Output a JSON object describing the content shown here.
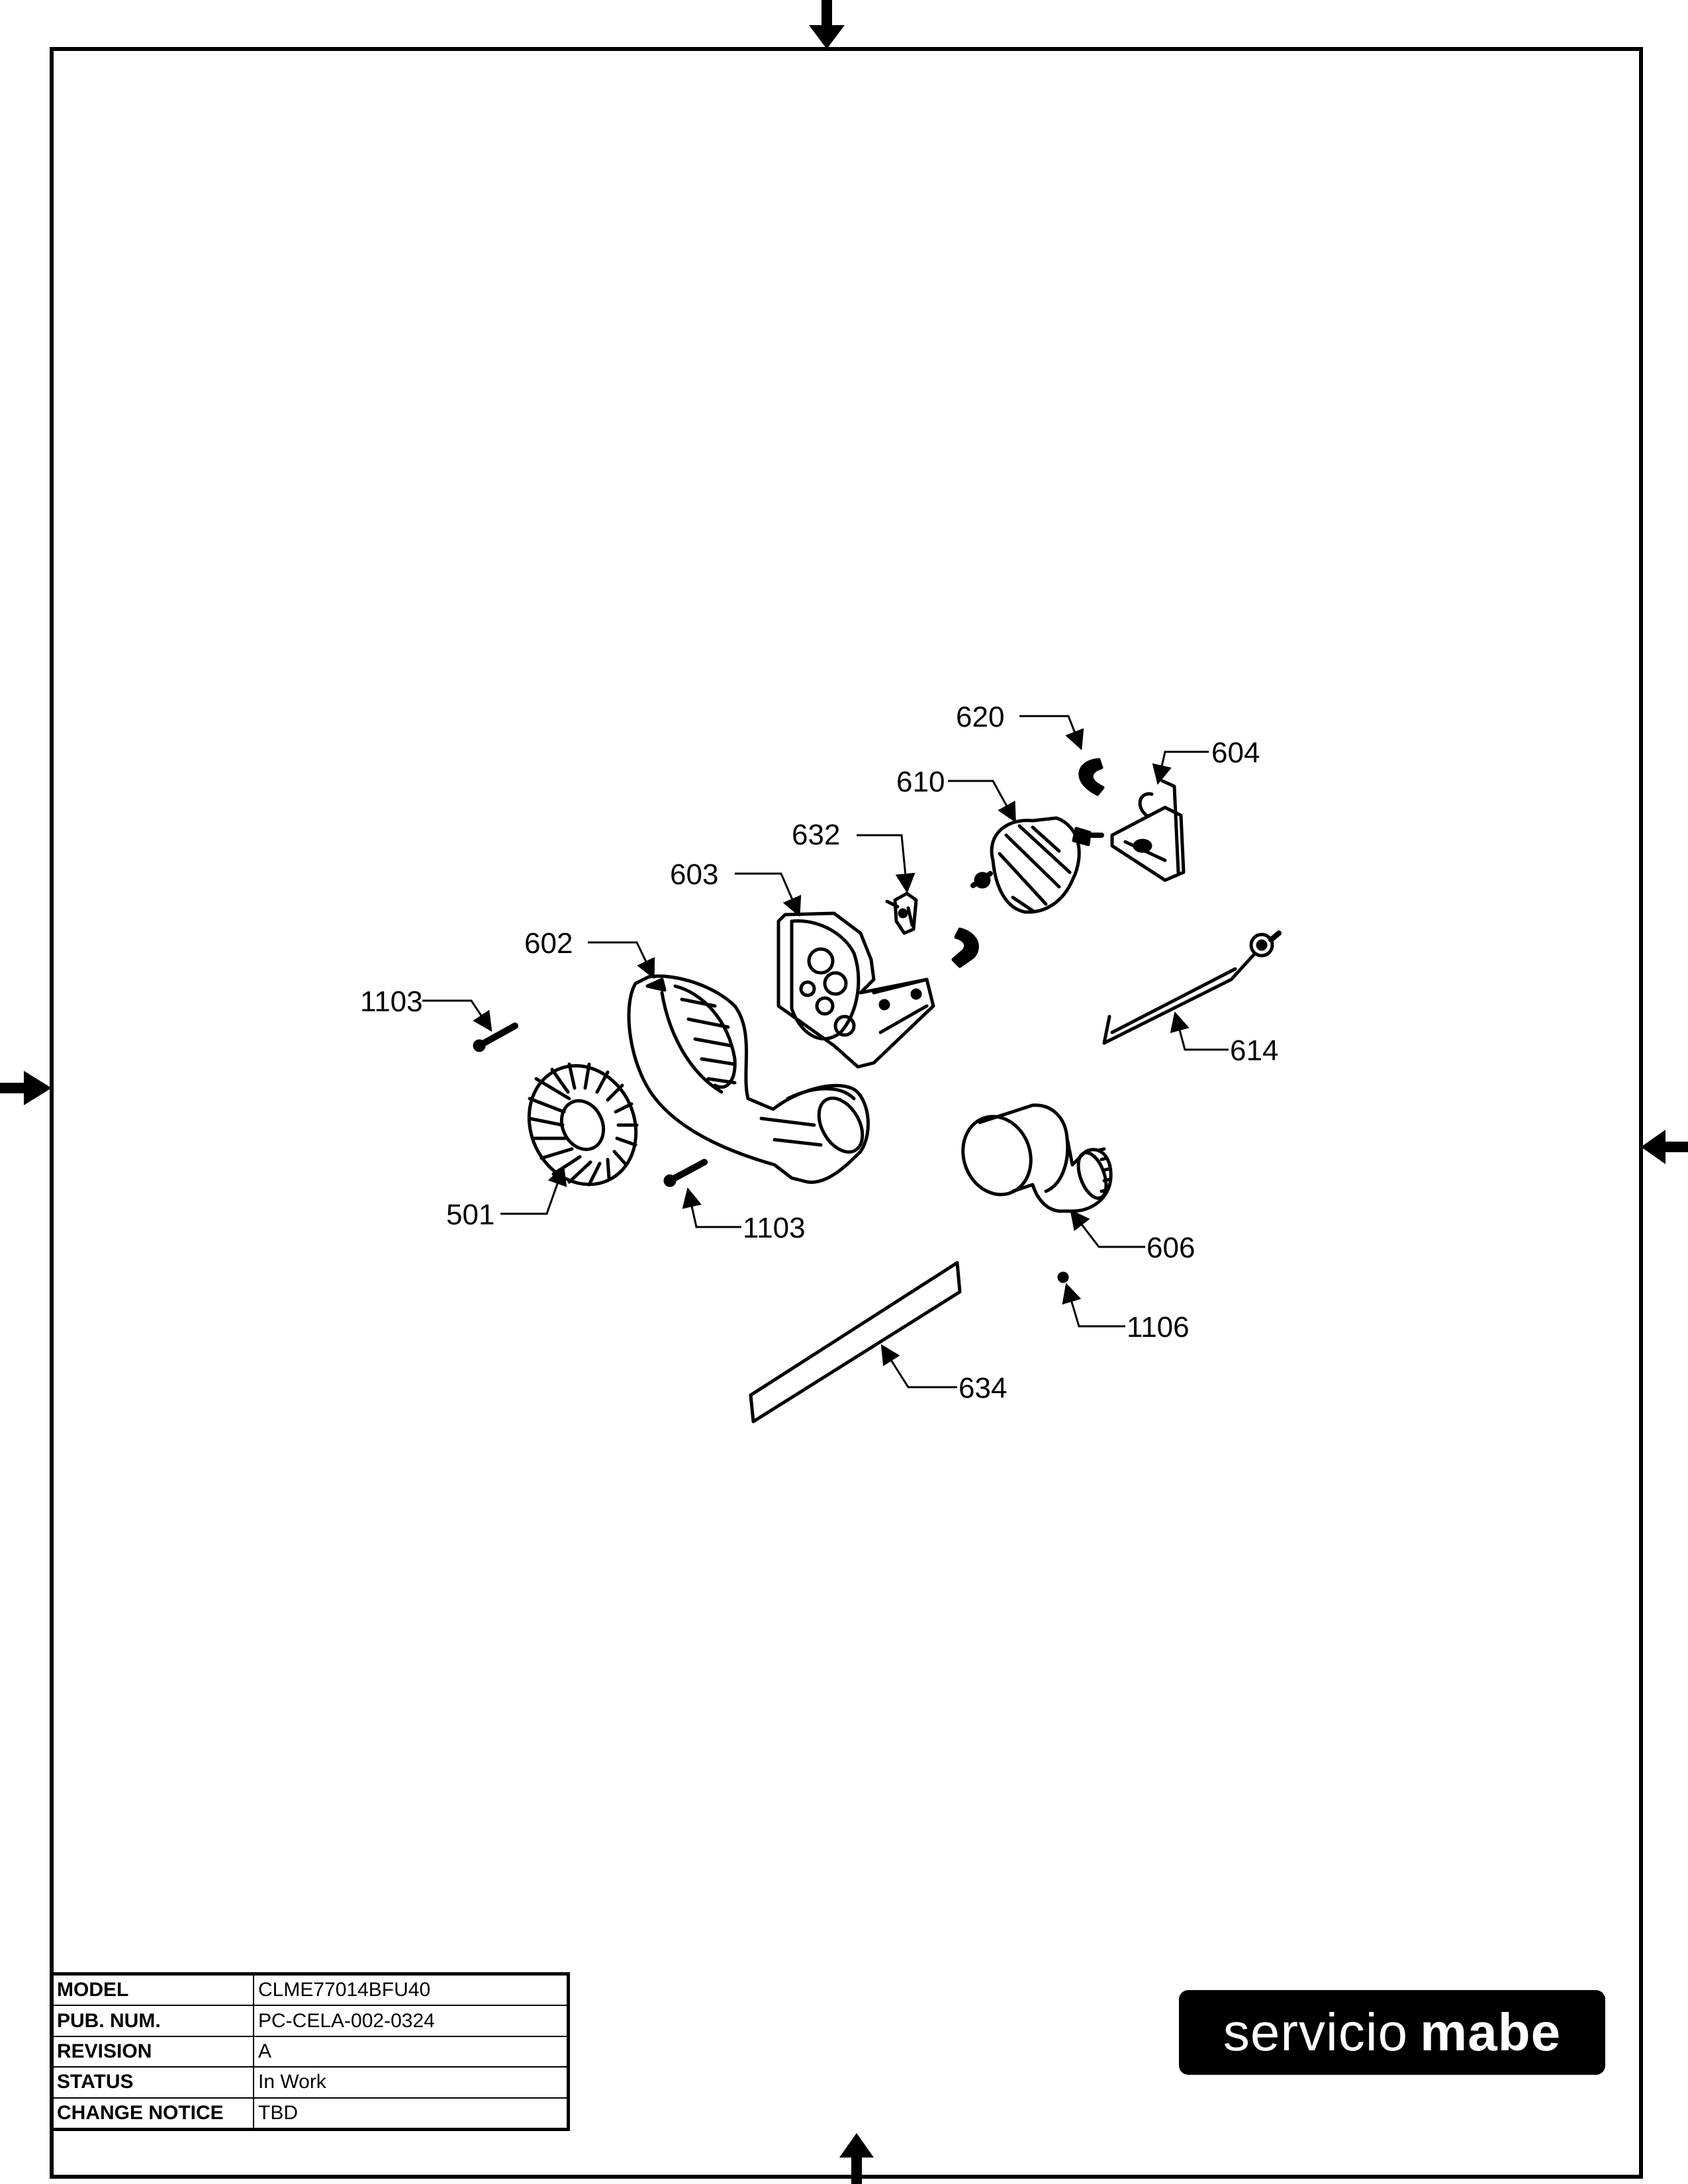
{
  "callouts": {
    "c620": "620",
    "c604": "604",
    "c610": "610",
    "c632": "632",
    "c603": "603",
    "c602": "602",
    "c1103a": "1103",
    "c614": "614",
    "c501": "501",
    "c1103b": "1103",
    "c606": "606",
    "c1106": "1106",
    "c634": "634"
  },
  "title_block": {
    "model_label": "MODEL",
    "model_value": "CLME77014BFU40",
    "pub_label": "PUB. NUM.",
    "pub_value": "PC-CELA-002-0324",
    "revision_label": "REVISION",
    "revision_value": "A",
    "status_label": "STATUS",
    "status_value": "In Work",
    "change_label": "CHANGE NOTICE",
    "change_value": "TBD"
  },
  "logo": {
    "word1": "servicio",
    "word2": "mabe"
  }
}
